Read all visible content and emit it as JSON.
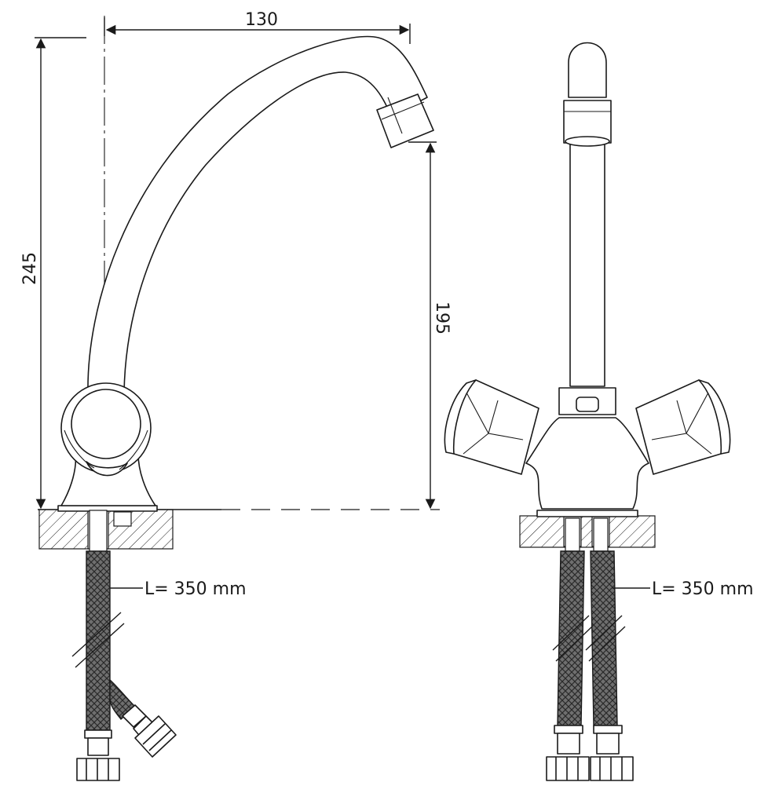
{
  "dimensions": {
    "spout_reach": "130",
    "total_height": "245",
    "spout_height": "195"
  },
  "labels": {
    "hose_length_left": "L= 350 mm",
    "hose_length_right": "L= 350 mm"
  },
  "colors": {
    "line": "#1a1a1a",
    "hose_fill": "#6f6f6f",
    "background": "#ffffff"
  }
}
